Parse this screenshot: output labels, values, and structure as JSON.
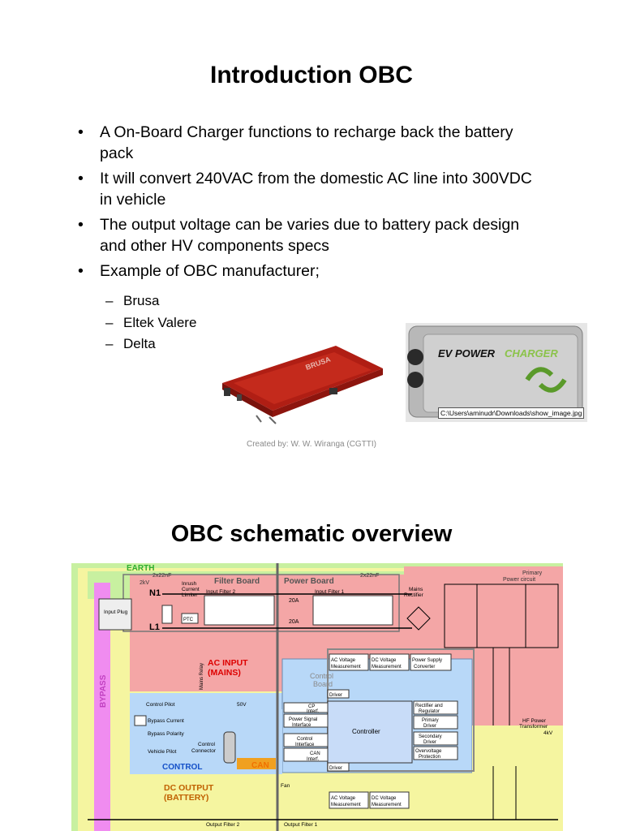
{
  "slide1": {
    "title": "Introduction OBC",
    "bullets": [
      "A On-Board Charger functions to recharge back the battery pack",
      "It will convert 240VAC from the domestic AC line into 300VDC in vehicle",
      "The output voltage can be varies due to battery pack design and other HV components specs",
      "Example of OBC manufacturer;"
    ],
    "manufacturers": [
      "Brusa",
      "Eltek Valere",
      "Delta"
    ],
    "brusa_logo": "BRUSA",
    "ev_logo": "EV POWER",
    "ev_logo_b": "CHARGER",
    "image_path": "C:\\Users\\aminudr\\Downloads\\show_image.jpg",
    "footer": "Created by: W. W. Wiranga (CGTTI)"
  },
  "slide2": {
    "title": "OBC schematic overview",
    "labels": {
      "earth": "EARTH",
      "filter_board": "Filter Board",
      "power_board": "Power Board",
      "cap1": "2x22nF",
      "cap2": "2x22nF",
      "primary": "Primary",
      "power_circuit": "Power circuit",
      "n1": "N1",
      "l1": "L1",
      "kv1": "2kV",
      "inrush1": "Inrush",
      "inrush2": "Current",
      "inrush3": "Limiter",
      "input_filter2": "Input Filter 2",
      "input_filter1": "Input Filter 1",
      "a20a": "20A",
      "a20b": "20A",
      "mains1": "Mains",
      "mains2": "Rectifier",
      "input_plug": "Input Plug",
      "ptc": "PTC",
      "mains_relay": "Mains Relay",
      "ac_input": "AC INPUT",
      "mains": "(MAINS)",
      "bypass": "BYPASS",
      "acv1": "AC Voltage",
      "acv2": "Measurement",
      "dcv1": "DC Voltage",
      "dcv2": "Measurement",
      "psc1": "Power Supply",
      "psc2": "Converter",
      "control_board1": "Control",
      "control_board2": "Board",
      "driver": "Driver",
      "control_pilot": "Control Pilot",
      "v50": "50V",
      "cp1": "CP",
      "cp2": "Interf.",
      "psi1": "Power Signal",
      "psi2": "Interface",
      "ci1": "Control",
      "ci2": "Interface",
      "can_i1": "CAN",
      "can_i2": "Interf.",
      "controller": "Controller",
      "rect1": "Rectifier and",
      "rect2": "Regulator",
      "pd1": "Primary",
      "pd2": "Driver",
      "sd1": "Secondary",
      "sd2": "Driver",
      "ov1": "Overvoltage",
      "ov2": "Protection",
      "bypass_current": "Bypass Current",
      "bypass_polarity": "Bypass Polarity",
      "vehicle_pilot": "Vehicle Pilot",
      "cc1": "Control",
      "cc2": "Connector",
      "control": "CONTROL",
      "can": "CAN",
      "fan": "Fan",
      "dc_output": "DC OUTPUT",
      "battery": "(BATTERY)",
      "hf1": "HF Power",
      "hf2": "Transformer",
      "kv4": "4kV",
      "output_filter2": "Output Filter 2",
      "output_filter1": "Output Filter 1"
    }
  }
}
